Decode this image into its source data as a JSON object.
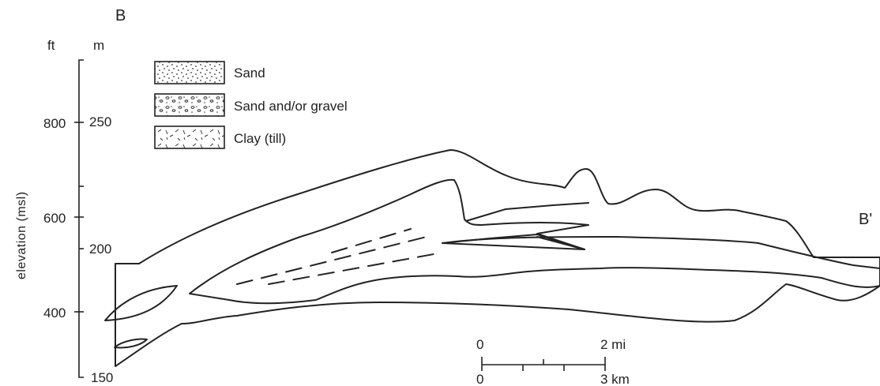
{
  "section": {
    "start_label": "B",
    "end_label": "B'"
  },
  "axis": {
    "left_unit": "ft",
    "right_unit": "m",
    "title": "elevation (msl)",
    "ft_ticks": [
      "800",
      "600",
      "400"
    ],
    "m_ticks": [
      "250",
      "200",
      "150"
    ]
  },
  "legend": {
    "items": [
      {
        "label": "Sand"
      },
      {
        "label": "Sand and/or gravel"
      },
      {
        "label": "Clay (till)"
      }
    ]
  },
  "scale_bar": {
    "mi_start": "0",
    "mi_end": "2 mi",
    "km_start": "0",
    "km_end": "3 km"
  }
}
